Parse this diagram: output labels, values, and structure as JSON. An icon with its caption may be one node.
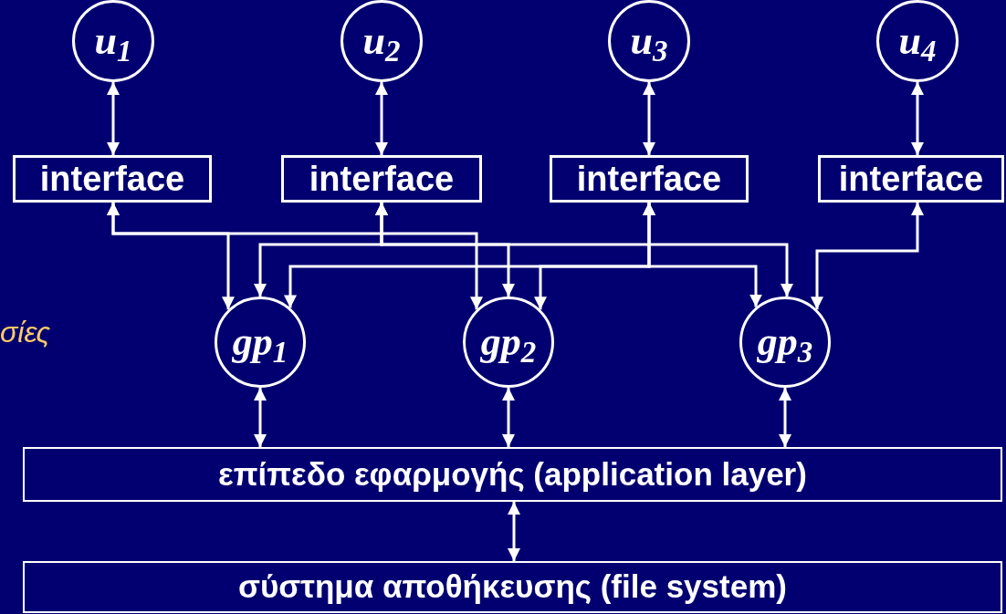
{
  "diagram": {
    "nodes": [
      {
        "text": [
          "u$_{1}$"
        ]
      },
      {
        "text": [
          "u$_{2}$"
        ]
      },
      {
        "text": [
          "u$_{3}$"
        ]
      },
      {
        "text": [
          "u$_{4}$"
        ]
      },
      {
        "text": [
          "interface"
        ]
      },
      {
        "text": [
          "interface"
        ]
      },
      {
        "text": [
          "interface"
        ]
      },
      {
        "text": [
          "interface"
        ]
      },
      {
        "text": [
          "gp$_{1}$"
        ]
      },
      {
        "text": [
          "gp$_{2}$"
        ]
      },
      {
        "text": [
          "gp$_{3}$"
        ]
      },
      {
        "text": [
          "επίπεδο εφαρμογής (application layer)"
        ]
      },
      {
        "text": [
          "σύστημα αποθήκευσης (file system)"
        ]
      }
    ],
    "edges": [
      {
        "from": 0,
        "to": 4,
        "arrow": "both"
      },
      {
        "from": 1,
        "to": 5,
        "arrow": "both"
      },
      {
        "from": 2,
        "to": 6,
        "arrow": "both"
      },
      {
        "from": 3,
        "to": 7,
        "arrow": "both"
      },
      {
        "from": 4,
        "to": 8,
        "arrow": "both"
      },
      {
        "from": 4,
        "to": 9,
        "arrow": "both"
      },
      {
        "from": 5,
        "to": 8,
        "arrow": "both"
      },
      {
        "from": 5,
        "to": 9,
        "arrow": "both"
      },
      {
        "from": 5,
        "to": 10,
        "arrow": "both"
      },
      {
        "from": 6,
        "to": 8,
        "arrow": "both"
      },
      {
        "from": 6,
        "to": 9,
        "arrow": "both"
      },
      {
        "from": 6,
        "to": 10,
        "arrow": "both"
      },
      {
        "from": 7,
        "to": 10,
        "arrow": "both"
      },
      {
        "from": 8,
        "to": 11,
        "arrow": "both"
      },
      {
        "from": 9,
        "to": 11,
        "arrow": "both"
      },
      {
        "from": 10,
        "to": 11,
        "arrow": "both"
      },
      {
        "from": 11,
        "to": 12,
        "arrow": "both"
      }
    ],
    "labels": [
      "σίες"
    ]
  }
}
